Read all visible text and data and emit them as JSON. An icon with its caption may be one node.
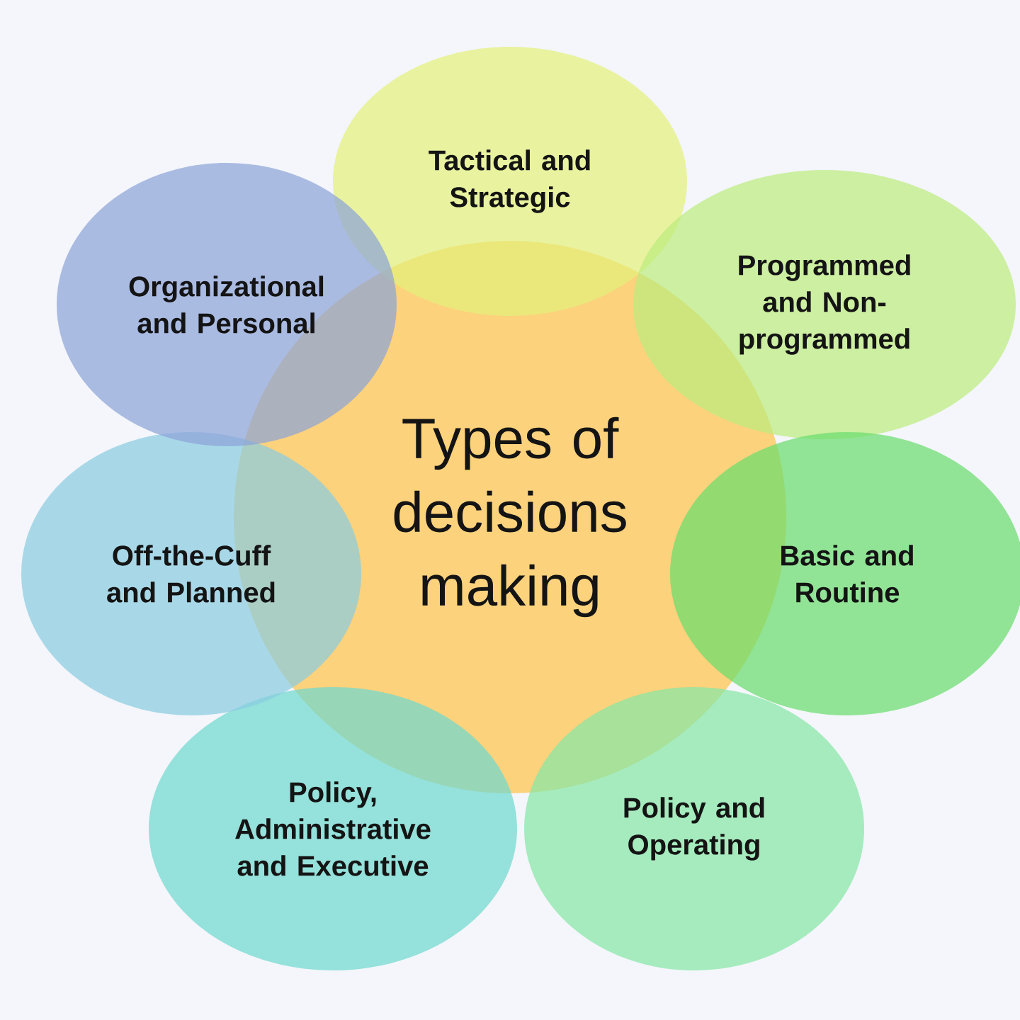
{
  "diagram": {
    "nodes": [
      {
        "text": [
          "Types of decisions making"
        ]
      },
      {
        "text": [
          "Tactical and Strategic"
        ]
      },
      {
        "text": [
          "Programmed and Non-programmed"
        ]
      },
      {
        "text": [
          "Basic and Routine"
        ]
      },
      {
        "text": [
          "Policy and Operating"
        ]
      },
      {
        "text": [
          "Policy, Administrative and Executive"
        ]
      },
      {
        "text": [
          "Off-the-Cuff and Planned"
        ]
      },
      {
        "text": [
          "Organizational and Personal"
        ]
      }
    ]
  }
}
